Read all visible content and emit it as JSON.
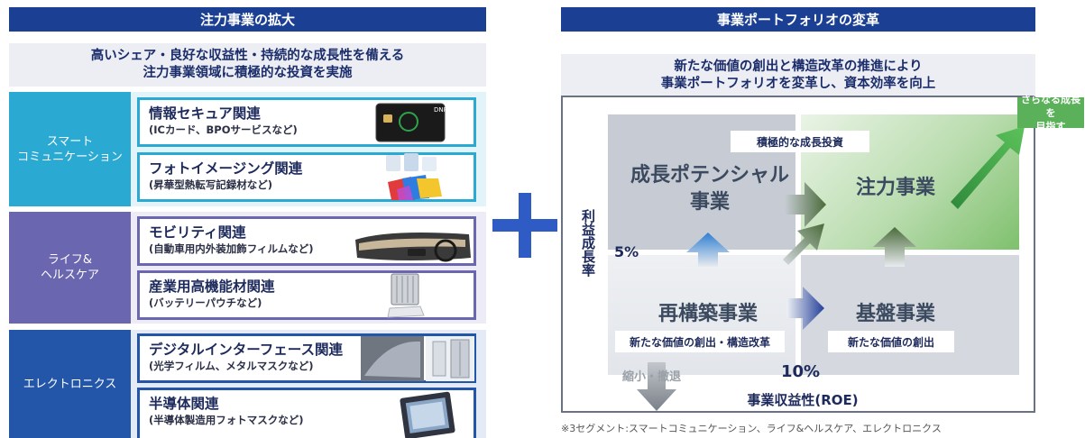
{
  "left": {
    "banner": "注力事業の拡大",
    "lead_line1": "高いシェア・良好な収益性・持続的な成長性を備える",
    "lead_line2": "注力事業領域に積極的な投資を実施",
    "segments": [
      {
        "label_line1": "スマート",
        "label_line2": "コミュニケーション",
        "cards": [
          {
            "title": "情報セキュア関連",
            "sub": "(ICカード、BPOサービスなど)",
            "image": "ic-card-image",
            "card_text": "DNP"
          },
          {
            "title": "フォトイメージング関連",
            "sub": "(昇華型熱転写記録材など)",
            "image": "ink-ribbon-image"
          }
        ]
      },
      {
        "label_line1": "ライフ&",
        "label_line2": "ヘルスケア",
        "cards": [
          {
            "title": "モビリティ関連",
            "sub": "(自動車用内外装加飾フィルムなど)",
            "image": "car-dashboard-image"
          },
          {
            "title": "産業用高機能材関連",
            "sub": "(バッテリーパウチなど)",
            "image": "battery-pouch-image"
          }
        ]
      },
      {
        "label_line1": "エレクトロニクス",
        "label_line2": "",
        "cards": [
          {
            "title": "デジタルインターフェース関連",
            "sub": "(光学フィルム、メタルマスクなど)",
            "image": "optical-film-image"
          },
          {
            "title": "半導体関連",
            "sub": "(半導体製造用フォトマスクなど)",
            "image": "photomask-image"
          }
        ]
      }
    ]
  },
  "right": {
    "banner": "事業ポートフォリオの変革",
    "lead_line1": "新たな価値の創出と構造改革の推進により",
    "lead_line2": "事業ポートフォリオを変革し、資本効率を向上",
    "y_axis_label": "利益成長率",
    "x_axis_label": "事業収益性(ROE)",
    "y_threshold": "5%",
    "x_threshold": "10%",
    "quadrants": {
      "top_left": "成長ポテンシャル事業",
      "top_left_line1": "成長ポテンシャル",
      "top_left_line2": "事業",
      "top_right": "注力事業",
      "bottom_left": "再構築事業",
      "bottom_right": "基盤事業"
    },
    "chips": {
      "growth_investment": "積極的な成長投資",
      "restructure": "新たな価値の創出・構造改革",
      "new_value": "新たな価値の創出",
      "shrink": "縮小・撤退"
    },
    "further_growth_line1": "さらなる成長を",
    "further_growth_line2": "目指す",
    "footnote": "※3セグメント:スマートコミュニケーション、ライフ&ヘルスケア、エレクトロニクス"
  },
  "colors": {
    "navy": "#1b3f93",
    "smart": "#2aa9d2",
    "life": "#6a66b0",
    "elec": "#2355a8",
    "accent_green": "#5bb05a",
    "plus": "#2f5cc4"
  }
}
